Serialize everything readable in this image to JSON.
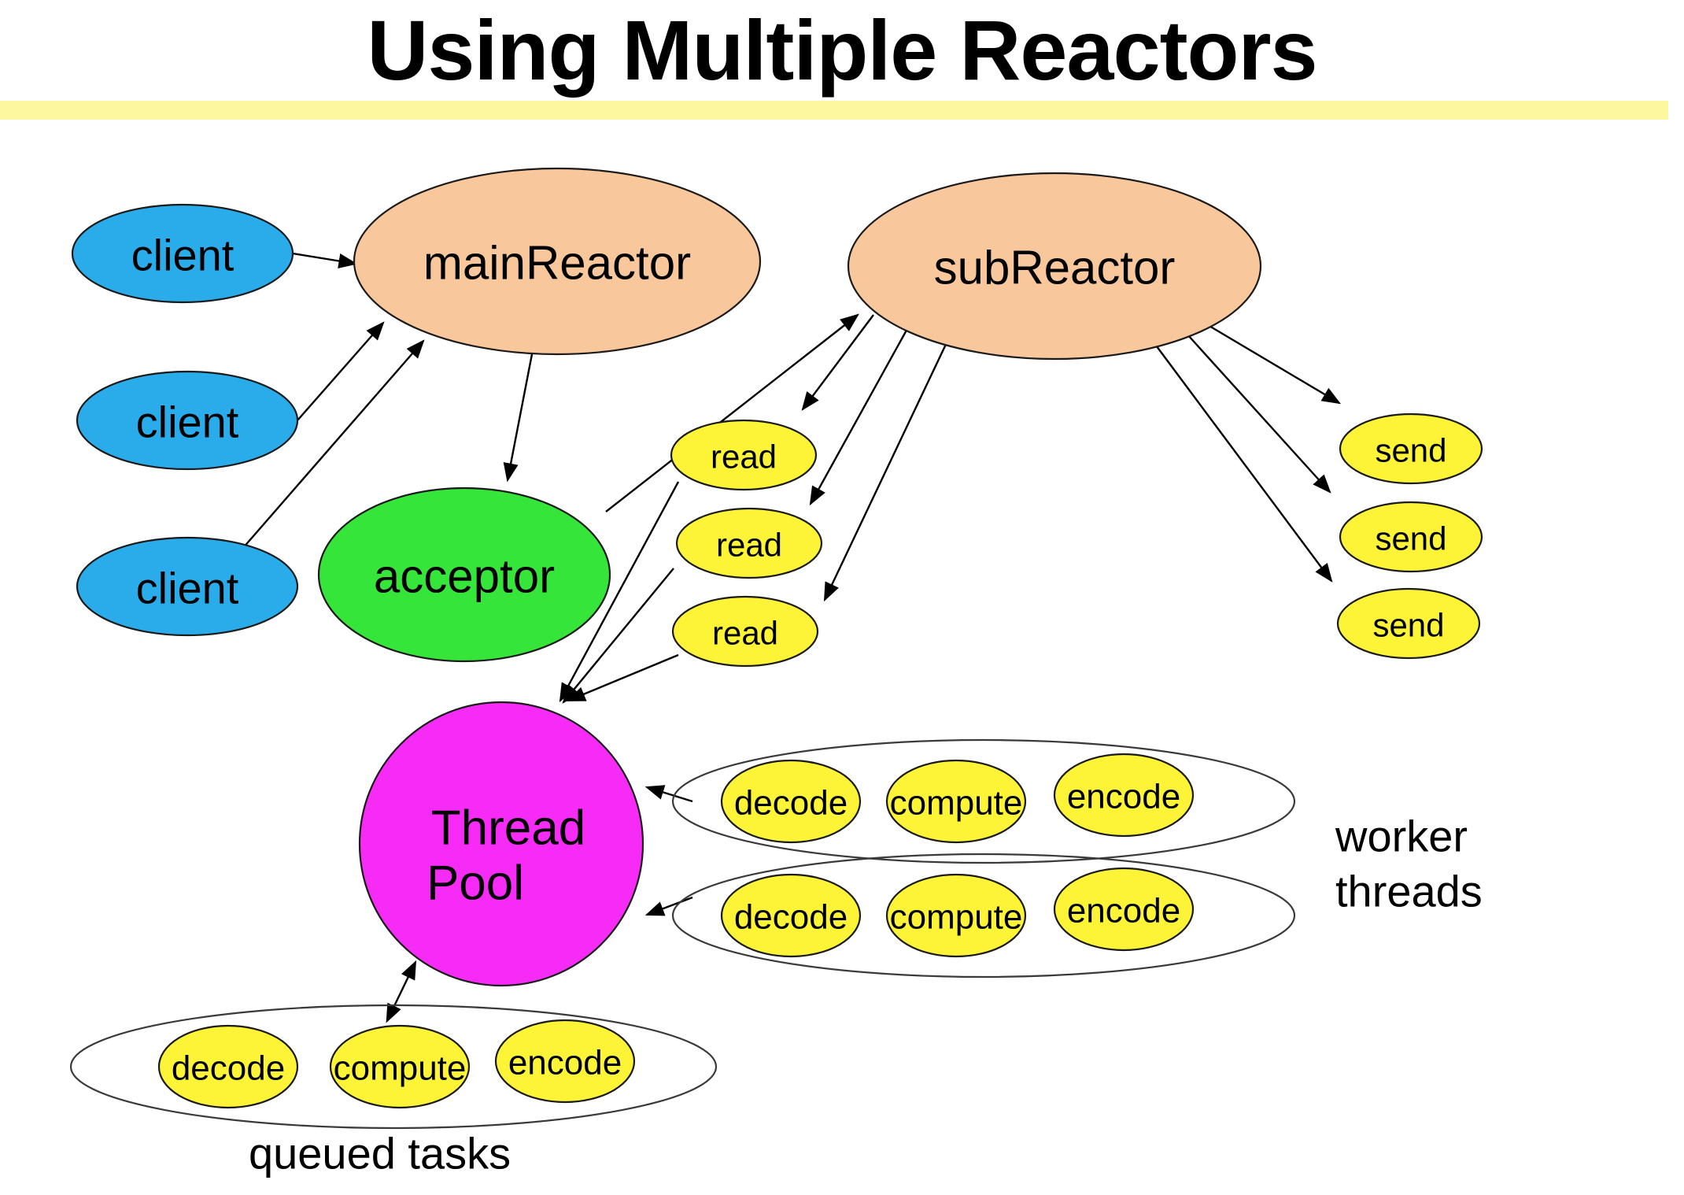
{
  "slide": {
    "title": "Using Multiple Reactors",
    "accent_bar_color": "#FDF7A0"
  },
  "palette": {
    "client": "#2BACEA",
    "reactor": "#F8C79C",
    "acceptor": "#35E53A",
    "io": "#FDF438",
    "task": "#FDF438",
    "thread_pool": "#F62BF6",
    "outline": "#1A1A1A",
    "background": "#FFFFFF"
  },
  "nodes": {
    "clients": [
      {
        "label": "client"
      },
      {
        "label": "client"
      },
      {
        "label": "client"
      }
    ],
    "main_reactor": {
      "label": "mainReactor"
    },
    "sub_reactor": {
      "label": "subReactor"
    },
    "acceptor": {
      "label": "acceptor"
    },
    "reads": [
      {
        "label": "read"
      },
      {
        "label": "read"
      },
      {
        "label": "read"
      }
    ],
    "sends": [
      {
        "label": "send"
      },
      {
        "label": "send"
      },
      {
        "label": "send"
      }
    ],
    "thread_pool": {
      "label_line1": "Thread",
      "label_line2": "Pool"
    }
  },
  "worker_threads": {
    "caption_line1": "worker",
    "caption_line2": "threads",
    "rows": [
      {
        "tasks": [
          "decode",
          "compute",
          "encode"
        ]
      },
      {
        "tasks": [
          "decode",
          "compute",
          "encode"
        ]
      }
    ]
  },
  "queued_tasks": {
    "caption": "queued tasks",
    "tasks": [
      "decode",
      "compute",
      "encode"
    ]
  }
}
